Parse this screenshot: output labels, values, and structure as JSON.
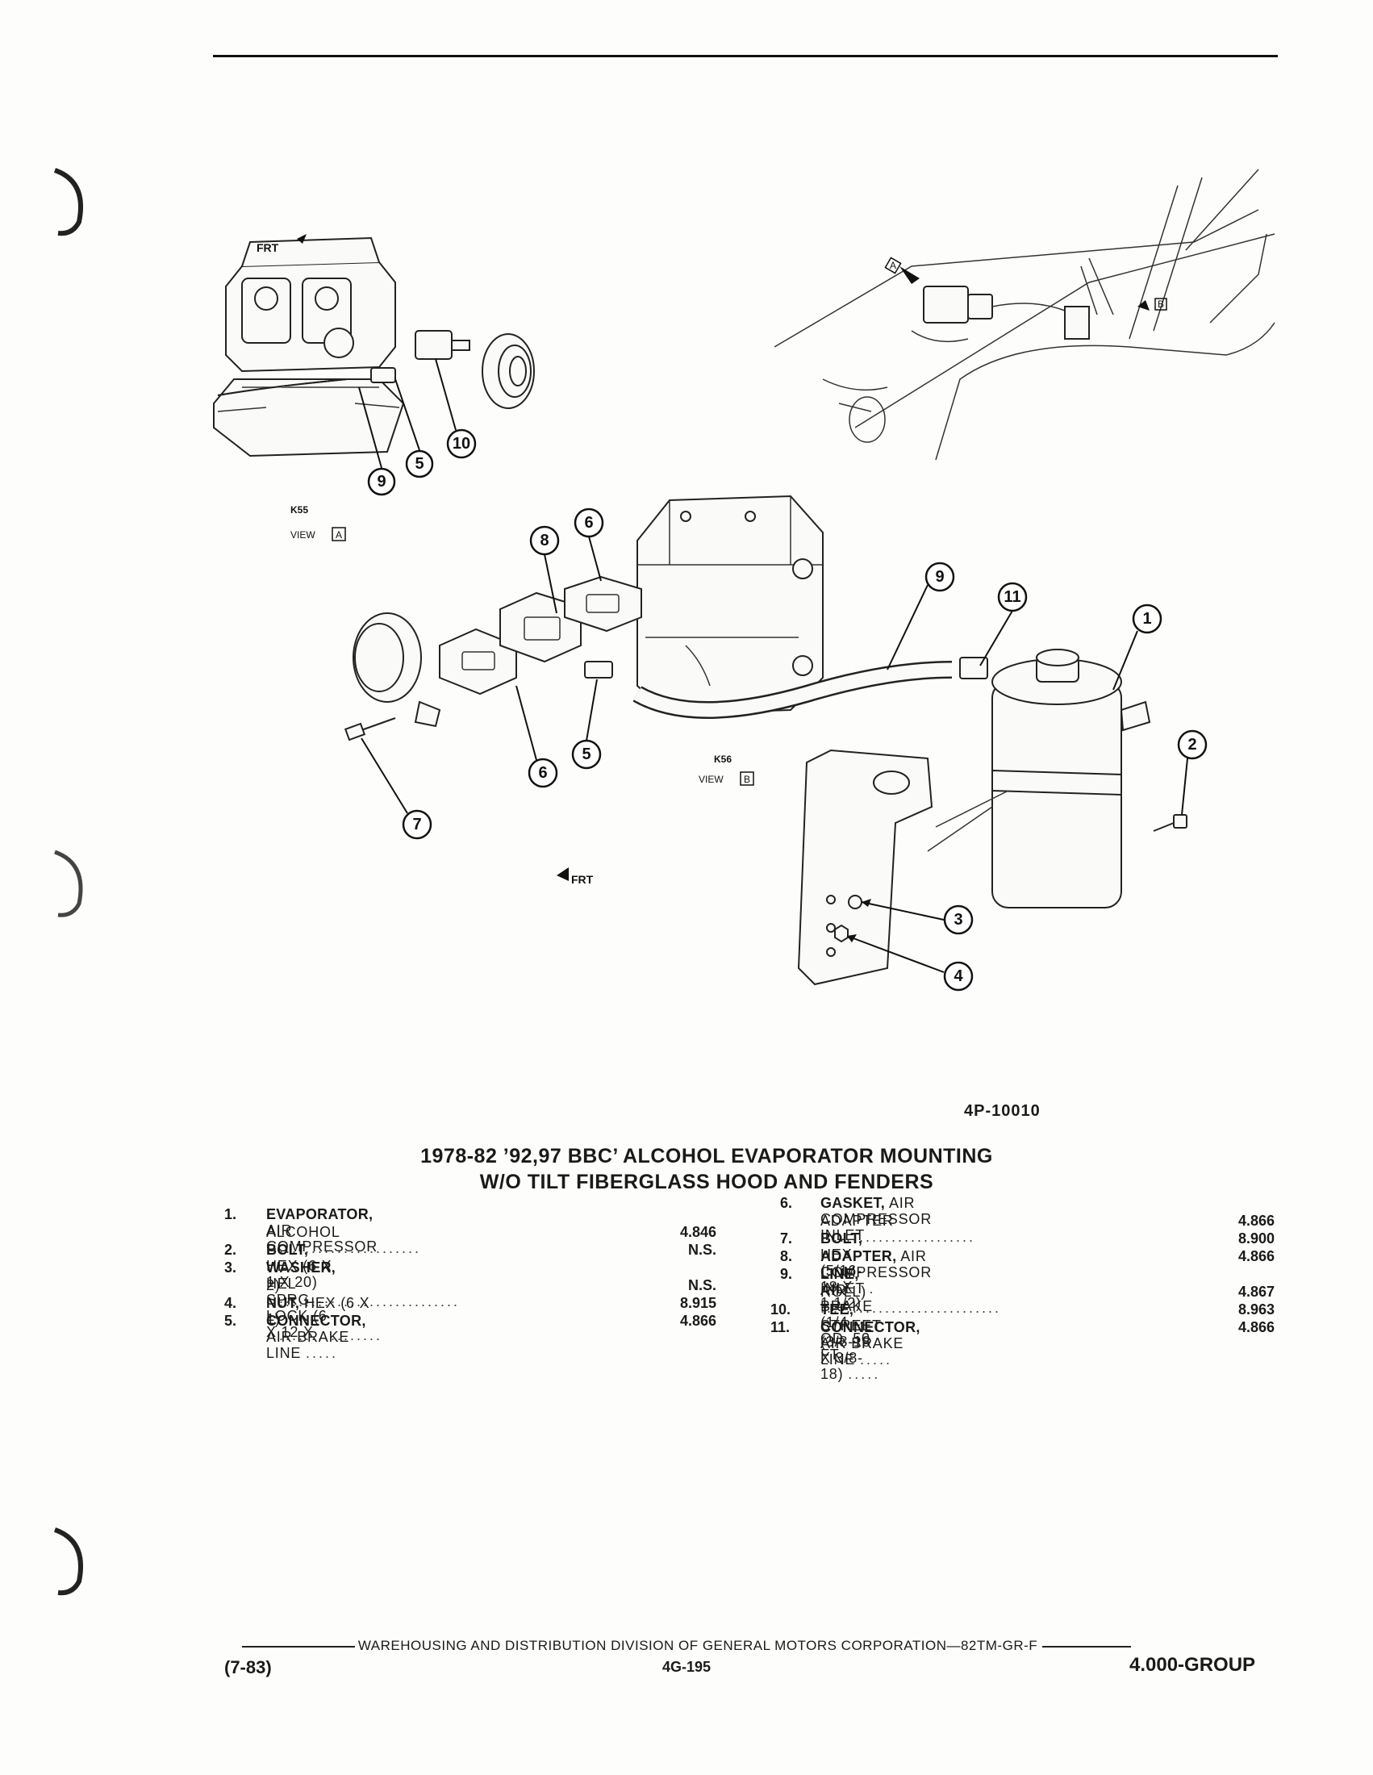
{
  "figure": {
    "code": "4P-10010",
    "view_a": {
      "code": "K55",
      "caption": "VIEW",
      "letter": "A"
    },
    "view_b": {
      "code": "K56",
      "caption": "VIEW",
      "letter": "B"
    },
    "front_marker": "FRT",
    "callouts": [
      "1",
      "2",
      "3",
      "4",
      "5",
      "5",
      "6",
      "6",
      "7",
      "8",
      "9",
      "9",
      "10",
      "11"
    ]
  },
  "title": {
    "line1": "1978-82 ’92,97 BBC’ ALCOHOL EVAPORATOR MOUNTING",
    "line2": "W/O TILT FIBERGLASS HOOD AND FENDERS"
  },
  "parts_left": [
    {
      "num": "1.",
      "name": "EVAPORATOR,",
      "desc": "AIR COMPRESSOR",
      "desc2": "ALCOHOL",
      "part": "4.846"
    },
    {
      "num": "2.",
      "name": "BOLT,",
      "desc": "HEX (6 X 1 X 20)",
      "part": "N.S."
    },
    {
      "num": "3.",
      "name": "WASHER,",
      "desc": "HEL SPRG LOCK (6 X 12 X",
      "desc2": "2)",
      "part": "N.S."
    },
    {
      "num": "4.",
      "name": "NUT,",
      "desc": "HEX (6 X 1)",
      "part": "8.915"
    },
    {
      "num": "5.",
      "name": "CONNECTOR,",
      "desc": "AIR BRAKE LINE",
      "part": "4.866"
    }
  ],
  "parts_right": [
    {
      "num": "6.",
      "name": "GASKET,",
      "desc": "AIR COMPRESSOR INLET",
      "desc2": "ADAPTER",
      "part": "4.866"
    },
    {
      "num": "7.",
      "name": "BOLT,",
      "desc": "HEX (5/16-18 X 1 1/2)",
      "part": "8.900"
    },
    {
      "num": "8.",
      "name": "ADAPTER,",
      "desc": "AIR COMPRESSOR INLET",
      "part": "4.866"
    },
    {
      "num": "9.",
      "name": "LINE,",
      "desc": "AIR BRAKE (1/4 OD, 50 FT",
      "desc2": "ROLL)",
      "part": "4.867"
    },
    {
      "num": "10.",
      "name": "TEE,",
      "desc": "STREET (3/8-18 X 3/8-18)",
      "part": "8.963"
    },
    {
      "num": "11.",
      "name": "CONNECTOR,",
      "desc": "AIR BRAKE LINE",
      "part": "4.866"
    }
  ],
  "footer": {
    "line": "WAREHOUSING AND DISTRIBUTION  DIVISION OF GENERAL MOTORS CORPORATION—82TM-GR-F",
    "date": "(7-83)",
    "page": "4G-195",
    "group": "4.000-GROUP"
  }
}
